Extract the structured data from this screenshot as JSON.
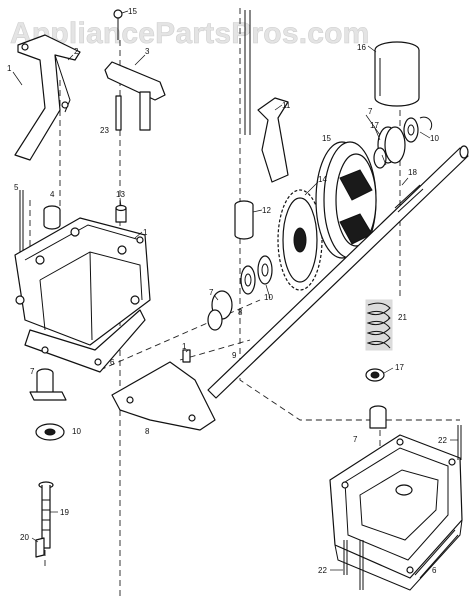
{
  "watermark": "AppliancePartsPros.com",
  "callouts": {
    "p1a": "1",
    "p2": "2",
    "p3": "3",
    "p15": "15",
    "p16": "16",
    "p23a": "23",
    "p11": "11",
    "p7a": "7",
    "p17a": "17",
    "p10a": "10",
    "p15b": "15",
    "p18": "18",
    "p14": "14",
    "p12": "12",
    "p5": "5",
    "p4": "4",
    "p13": "13",
    "p1b": "1",
    "p7b": "7",
    "p10b": "10",
    "p8": "8",
    "p21": "21",
    "p6a": "6",
    "p9": "9",
    "p1c": "1",
    "p17b": "17",
    "p7c": "7",
    "p10c": "10",
    "p8b": "8",
    "p7d": "7",
    "p22a": "22",
    "p20": "20",
    "p19": "19",
    "p22b": "22",
    "p6b": "6"
  }
}
